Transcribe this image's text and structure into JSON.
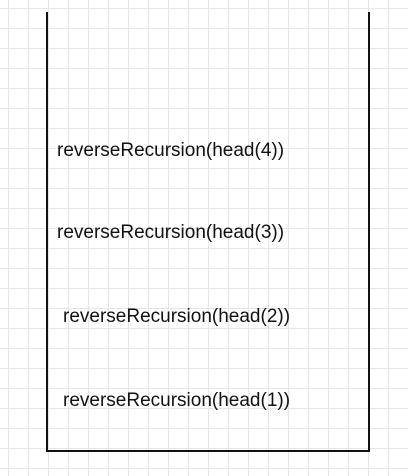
{
  "stack": {
    "frames": [
      {
        "label": "reverseRecursion(head(4))"
      },
      {
        "label": "reverseRecursion(head(3))"
      },
      {
        "label": "reverseRecursion(head(2))"
      },
      {
        "label": "reverseRecursion(head(1))"
      }
    ]
  }
}
